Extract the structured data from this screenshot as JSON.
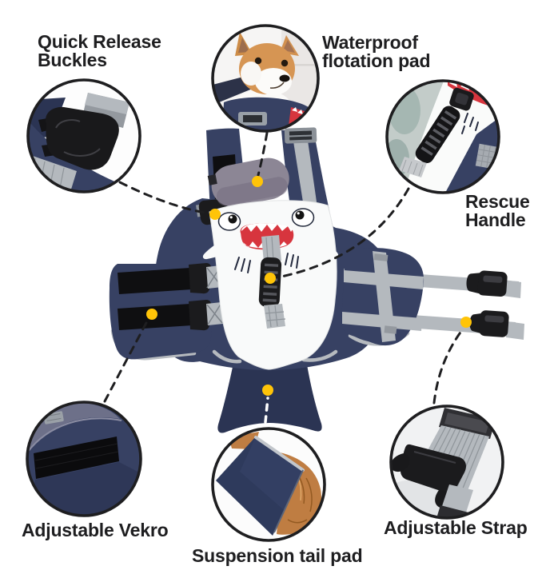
{
  "callouts": {
    "quick_release_buckles": {
      "line1": "Quick Release",
      "line2": "Buckles"
    },
    "waterproof_flotation_pad": {
      "line1": "Waterproof",
      "line2": "flotation pad"
    },
    "rescue_handle": {
      "line1": "Rescue",
      "line2": "Handle"
    },
    "adjustable_vekro": {
      "label": "Adjustable Vekro"
    },
    "suspension_tail_pad": {
      "label": "Suspension tail pad"
    },
    "adjustable_strap": {
      "label": "Adjustable Strap"
    }
  },
  "colors": {
    "page_bg": "#ffffff",
    "ink": "#1e1e20",
    "navy": "#374163",
    "navy_dark": "#2b3453",
    "navy_deep": "#242c49",
    "panel_white": "#f9fafa",
    "strap_gray": "#b4b9be",
    "strap_gray_dark": "#94999f",
    "hardware_black": "#1b1b1d",
    "mouth_red": "#d7353e",
    "dot_yellow": "#ffc408",
    "pad_gray": "#8c8695",
    "teal_bg": "#c3ccc9",
    "fur_orange": "#bf7d42",
    "velcro_lilac": "#6d7089",
    "light_bg": "#f1f2f3",
    "trim_gray": "#b6babf"
  }
}
